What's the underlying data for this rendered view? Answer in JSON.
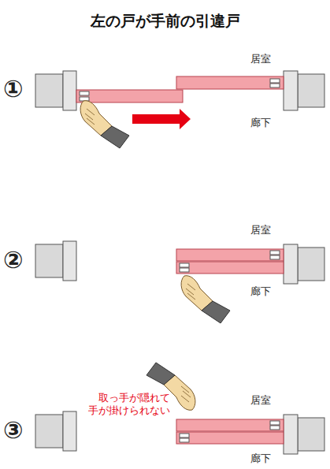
{
  "diagram": {
    "title": "左の戸が手前の引違戸",
    "labels": [
      "①",
      "居室",
      "廊下",
      "②",
      "居室",
      "廊下",
      "③",
      "取っ手が隠れて 手が掛けられない",
      "居室",
      "廊下"
    ]
  }
}
